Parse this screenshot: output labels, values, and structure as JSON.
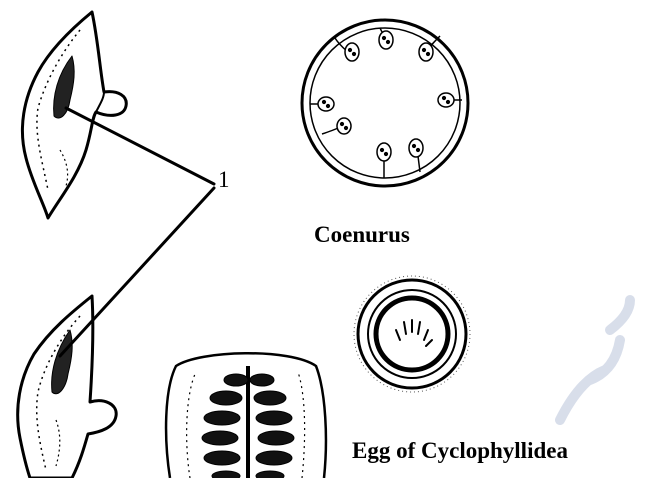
{
  "labels": {
    "coenurus": "Coenurus",
    "egg": "Egg of Cyclophyllidea",
    "pointer_number": "1"
  },
  "watermark": "",
  "colors": {
    "ink": "#000000",
    "paper": "#ffffff",
    "watermark": "#cfd6e6"
  }
}
